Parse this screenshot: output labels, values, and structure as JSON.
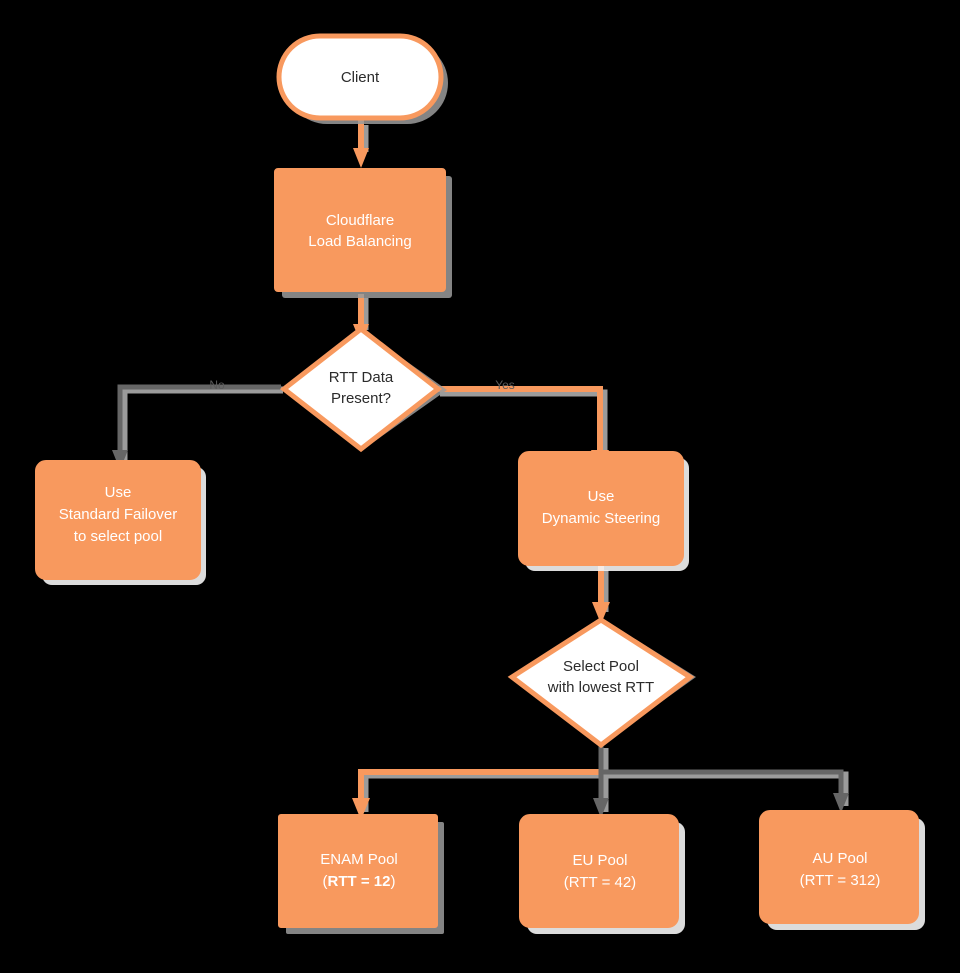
{
  "diagram": {
    "title": "Cloudflare Load Balancing dynamic steering decision flow",
    "background_color": "#000000",
    "accent_color": "#f8995e",
    "edge_color": "#666666",
    "node_text_light": "#ffffff",
    "node_text_dark": "#2b2b2b"
  },
  "nodes": [
    {
      "id": "client",
      "name": "client-node",
      "shape": "stadium",
      "fill": "#ffffff",
      "border": "#f8995e",
      "text_color": "#2b2b2b",
      "lines": [
        "Client"
      ]
    },
    {
      "id": "lb",
      "name": "cloudflare-load-balancing-node",
      "shape": "rect",
      "fill": "#f8995e",
      "border": "#f8995e",
      "text_color": "#ffffff",
      "lines": [
        "Cloudflare",
        "Load Balancing"
      ]
    },
    {
      "id": "rtt_decision",
      "name": "rtt-data-present-decision",
      "shape": "diamond",
      "fill": "#ffffff",
      "border": "#f8995e",
      "text_color": "#2b2b2b",
      "lines": [
        "RTT Data",
        "Present?"
      ]
    },
    {
      "id": "failover",
      "name": "standard-failover-node",
      "shape": "rounded-rect",
      "fill": "#f8995e",
      "border": "#f8995e",
      "text_color": "#ffffff",
      "lines": [
        "Use",
        "Standard Failover",
        "to select pool"
      ]
    },
    {
      "id": "dynamic",
      "name": "dynamic-steering-node",
      "shape": "rounded-rect",
      "fill": "#f8995e",
      "border": "#f8995e",
      "text_color": "#ffffff",
      "lines": [
        "Use",
        "Dynamic Steering"
      ]
    },
    {
      "id": "select_pool",
      "name": "select-pool-lowest-rtt-decision",
      "shape": "diamond",
      "fill": "#ffffff",
      "border": "#f8995e",
      "text_color": "#2b2b2b",
      "lines": [
        "Select Pool",
        "with lowest RTT"
      ]
    },
    {
      "id": "enam",
      "name": "enam-pool-node",
      "shape": "rect",
      "fill": "#f8995e",
      "border": "#f8995e",
      "text_color": "#ffffff",
      "selected": true,
      "lines": [
        "ENAM Pool",
        "(RTT = 12)"
      ],
      "rtt": 12,
      "pool": "ENAM"
    },
    {
      "id": "eu",
      "name": "eu-pool-node",
      "shape": "rounded-rect",
      "fill": "#f8995e",
      "border": "#f8995e",
      "text_color": "#ffffff",
      "selected": false,
      "lines": [
        "EU Pool",
        "(RTT = 42)"
      ],
      "rtt": 42,
      "pool": "EU"
    },
    {
      "id": "au",
      "name": "au-pool-node",
      "shape": "rounded-rect",
      "fill": "#f8995e",
      "border": "#f8995e",
      "text_color": "#ffffff",
      "selected": false,
      "lines": [
        "AU Pool",
        "(RTT = 312)"
      ],
      "rtt": 312,
      "pool": "AU"
    }
  ],
  "edges": [
    {
      "id": "e1",
      "name": "edge-client-to-lb",
      "from": "client",
      "to": "lb",
      "label": "",
      "color": "#f8995e"
    },
    {
      "id": "e2",
      "name": "edge-lb-to-rtt-decision",
      "from": "lb",
      "to": "rtt_decision",
      "label": "",
      "color": "#f8995e"
    },
    {
      "id": "e3",
      "name": "edge-rtt-decision-no",
      "from": "rtt_decision",
      "to": "failover",
      "label": "No",
      "color": "#666666"
    },
    {
      "id": "e4",
      "name": "edge-rtt-decision-yes",
      "from": "rtt_decision",
      "to": "dynamic",
      "label": "Yes",
      "color": "#f8995e"
    },
    {
      "id": "e5",
      "name": "edge-dynamic-to-select-pool",
      "from": "dynamic",
      "to": "select_pool",
      "label": "",
      "color": "#f8995e"
    },
    {
      "id": "e6",
      "name": "edge-select-pool-to-enam",
      "from": "select_pool",
      "to": "enam",
      "label": "",
      "color": "#f8995e"
    },
    {
      "id": "e7",
      "name": "edge-select-pool-to-eu",
      "from": "select_pool",
      "to": "eu",
      "label": "",
      "color": "#666666"
    },
    {
      "id": "e8",
      "name": "edge-select-pool-to-au",
      "from": "select_pool",
      "to": "au",
      "label": "",
      "color": "#666666"
    }
  ],
  "pool_text": {
    "enam_line1": "ENAM Pool",
    "enam_line2_open": "(",
    "enam_line2_bold": "RTT = 12",
    "enam_line2_close": ")",
    "eu_line1": "EU Pool",
    "eu_line2": "(RTT = 42)",
    "au_line1": "AU Pool",
    "au_line2": "(RTT = 312)"
  },
  "text": {
    "client": "Client",
    "lb_l1": "Cloudflare",
    "lb_l2": "Load Balancing",
    "rtt_l1": "RTT Data",
    "rtt_l2": "Present?",
    "failover_l1": "Use",
    "failover_l2": "Standard Failover",
    "failover_l3": "to select pool",
    "dynamic_l1": "Use",
    "dynamic_l2": "Dynamic Steering",
    "select_l1": "Select Pool",
    "select_l2": "with lowest RTT",
    "label_no": "No",
    "label_yes": "Yes"
  }
}
